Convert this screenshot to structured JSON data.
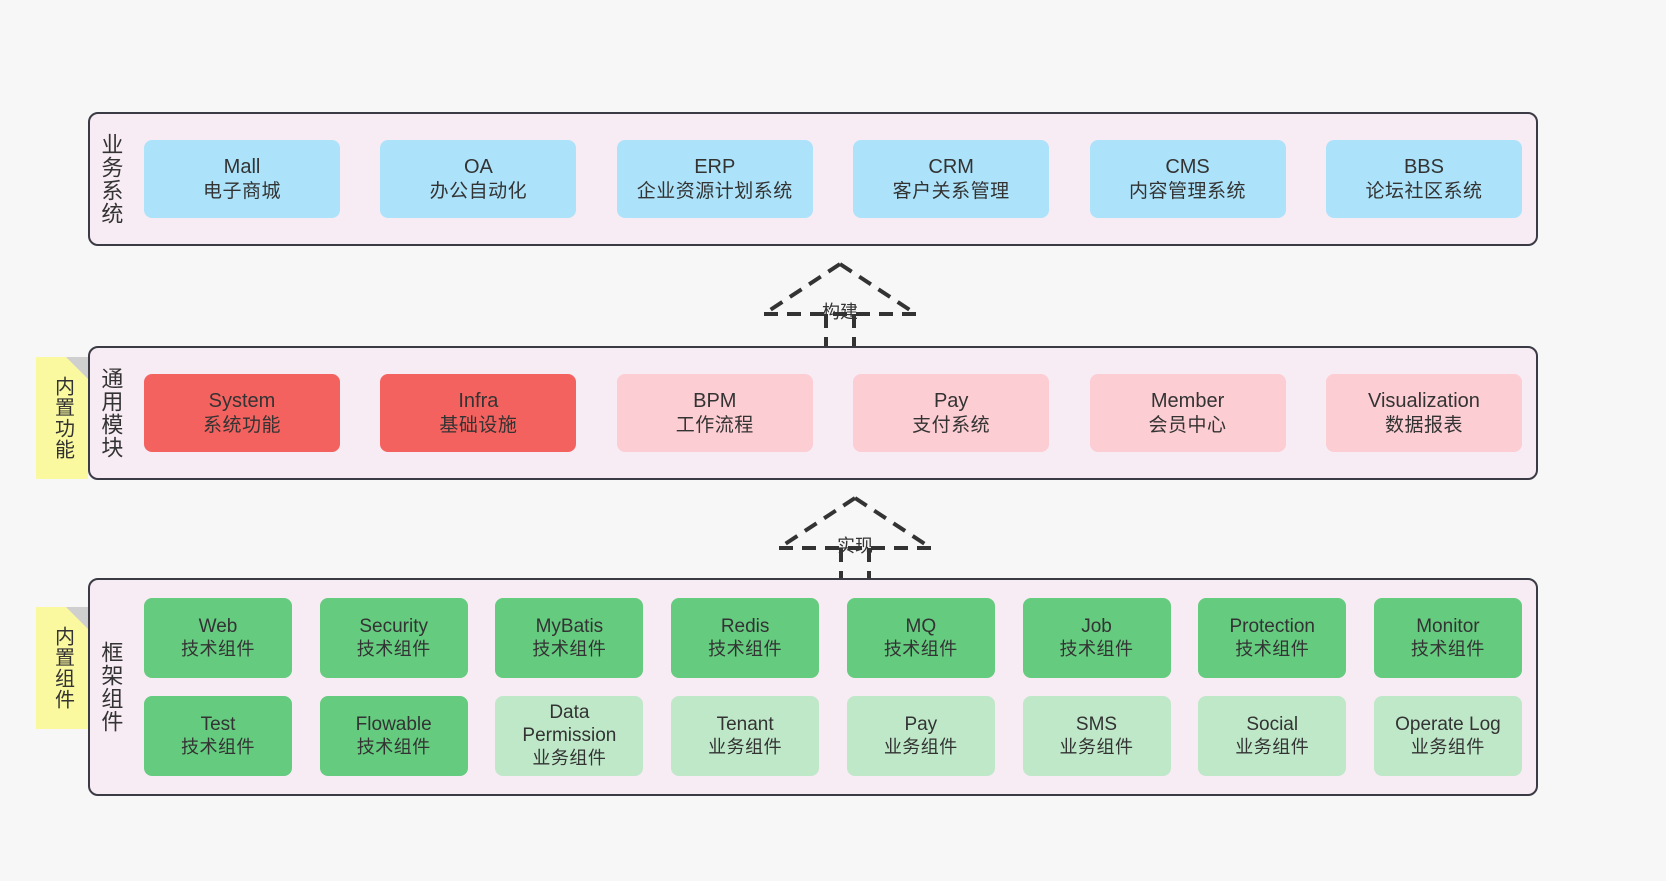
{
  "diagram": {
    "background": "#f7f7f7",
    "panel_bg": "#f8ecf4",
    "panel_border": "#3b3b45",
    "colors": {
      "business_card": "#ade3fa",
      "module_core": "#f4625f",
      "module_optional": "#fccdd3",
      "framework_tech": "#65cb7f",
      "framework_business": "#bfe8c9",
      "sticky_note": "#fbf9a0",
      "sticky_fold": "#cfcfcf"
    }
  },
  "layers": {
    "business": {
      "label": "业务系统",
      "cards": [
        {
          "en": "Mall",
          "cn": "电子商城"
        },
        {
          "en": "OA",
          "cn": "办公自动化"
        },
        {
          "en": "ERP",
          "cn": "企业资源计划系统"
        },
        {
          "en": "CRM",
          "cn": "客户关系管理"
        },
        {
          "en": "CMS",
          "cn": "内容管理系统"
        },
        {
          "en": "BBS",
          "cn": "论坛社区系统"
        }
      ]
    },
    "modules": {
      "label": "通用模块",
      "sticky": "内置功能",
      "cards": [
        {
          "en": "System",
          "cn": "系统功能",
          "tone": "red"
        },
        {
          "en": "Infra",
          "cn": "基础设施",
          "tone": "red"
        },
        {
          "en": "BPM",
          "cn": "工作流程",
          "tone": "pink"
        },
        {
          "en": "Pay",
          "cn": "支付系统",
          "tone": "pink"
        },
        {
          "en": "Member",
          "cn": "会员中心",
          "tone": "pink"
        },
        {
          "en": "Visualization",
          "cn": "数据报表",
          "tone": "pink"
        }
      ]
    },
    "framework": {
      "label": "框架组件",
      "sticky": "内置组件",
      "row1": [
        {
          "en": "Web",
          "cn": "技术组件",
          "tone": "green-dark"
        },
        {
          "en": "Security",
          "cn": "技术组件",
          "tone": "green-dark"
        },
        {
          "en": "MyBatis",
          "cn": "技术组件",
          "tone": "green-dark"
        },
        {
          "en": "Redis",
          "cn": "技术组件",
          "tone": "green-dark"
        },
        {
          "en": "MQ",
          "cn": "技术组件",
          "tone": "green-dark"
        },
        {
          "en": "Job",
          "cn": "技术组件",
          "tone": "green-dark"
        },
        {
          "en": "Protection",
          "cn": "技术组件",
          "tone": "green-dark"
        },
        {
          "en": "Monitor",
          "cn": "技术组件",
          "tone": "green-dark"
        }
      ],
      "row2": [
        {
          "en": "Test",
          "cn": "技术组件",
          "tone": "green-dark"
        },
        {
          "en": "Flowable",
          "cn": "技术组件",
          "tone": "green-dark"
        },
        {
          "en": "Data Permission",
          "cn": "业务组件",
          "tone": "green-light"
        },
        {
          "en": "Tenant",
          "cn": "业务组件",
          "tone": "green-light"
        },
        {
          "en": "Pay",
          "cn": "业务组件",
          "tone": "green-light"
        },
        {
          "en": "SMS",
          "cn": "业务组件",
          "tone": "green-light"
        },
        {
          "en": "Social",
          "cn": "业务组件",
          "tone": "green-light"
        },
        {
          "en": "Operate Log",
          "cn": "业务组件",
          "tone": "green-light"
        }
      ]
    }
  },
  "connectors": [
    {
      "label": "构建"
    },
    {
      "label": "实现"
    }
  ]
}
